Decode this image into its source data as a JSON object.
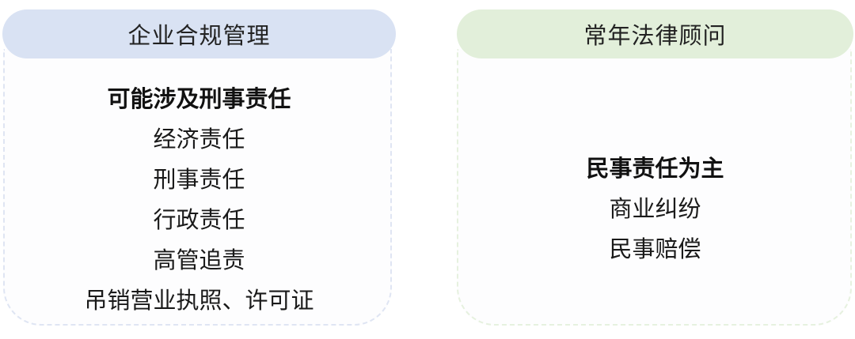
{
  "cards": [
    {
      "title": "企业合规管理",
      "header_color": "#d9e2f3",
      "border_color": "#dfe5f3",
      "heading": "可能涉及刑事责任",
      "items": [
        "经济责任",
        "刑事责任",
        "行政责任",
        "高管追责",
        "吊销营业执照、许可证"
      ]
    },
    {
      "title": "常年法律顾问",
      "header_color": "#e2efda",
      "border_color": "#e6f1df",
      "heading": "民事责任为主",
      "items": [
        "商业纠纷",
        "民事赔偿"
      ]
    }
  ]
}
